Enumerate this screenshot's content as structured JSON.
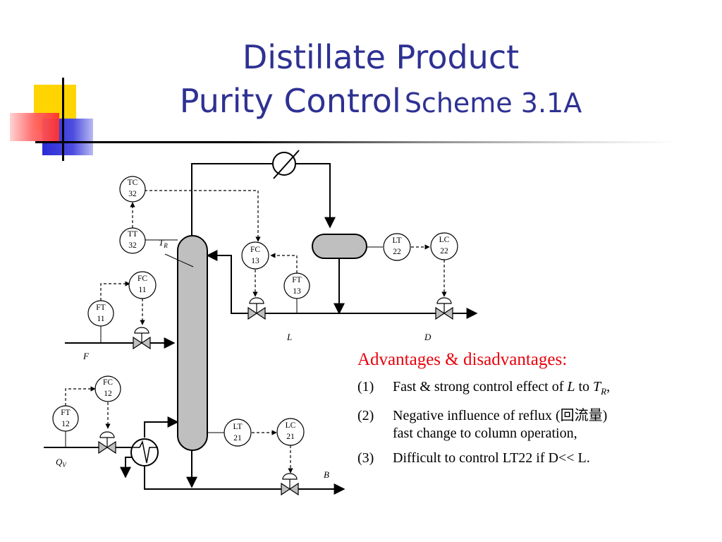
{
  "title": {
    "line1": "Distillate Product",
    "line2_main": "Purity Control",
    "line2_sub": "Scheme 3.1A"
  },
  "colors": {
    "title": "#2e3192",
    "heading": "#e8000b",
    "column_fill": "#bfbfbf",
    "deco_yellow": "#ffd400",
    "deco_blue": "#2b2bd6",
    "deco_red": "#ff4040"
  },
  "instruments": {
    "TC32": [
      "TC",
      "32"
    ],
    "TT32": [
      "TT",
      "32"
    ],
    "FC11": [
      "FC",
      "11"
    ],
    "FT11": [
      "FT",
      "11"
    ],
    "FC12": [
      "FC",
      "12"
    ],
    "FT12": [
      "FT",
      "12"
    ],
    "FC13": [
      "FC",
      "13"
    ],
    "FT13": [
      "FT",
      "13"
    ],
    "LT22": [
      "LT",
      "22"
    ],
    "LC22": [
      "LC",
      "22"
    ],
    "LT21": [
      "LT",
      "21"
    ],
    "LC21": [
      "LC",
      "21"
    ]
  },
  "streams": {
    "TR": "T",
    "TR_sub": "R",
    "F": "F",
    "L": "L",
    "D": "D",
    "B": "B",
    "QV": "Q",
    "QV_sub": "V"
  },
  "notes": {
    "heading": "Advantages & disadvantages:",
    "items": [
      {
        "num": "(1)",
        "pre": "Fast & strong control effect of ",
        "L": "L",
        "mid": " to ",
        "T": "T",
        "Tsub": "R",
        "post": ","
      },
      {
        "num": "(2)",
        "line1": "Negative influence of  reflux (回流量)",
        "line2": "fast change to column operation,"
      },
      {
        "num": "(3)",
        "text": "Difficult to control LT22 if D<< L."
      }
    ]
  }
}
